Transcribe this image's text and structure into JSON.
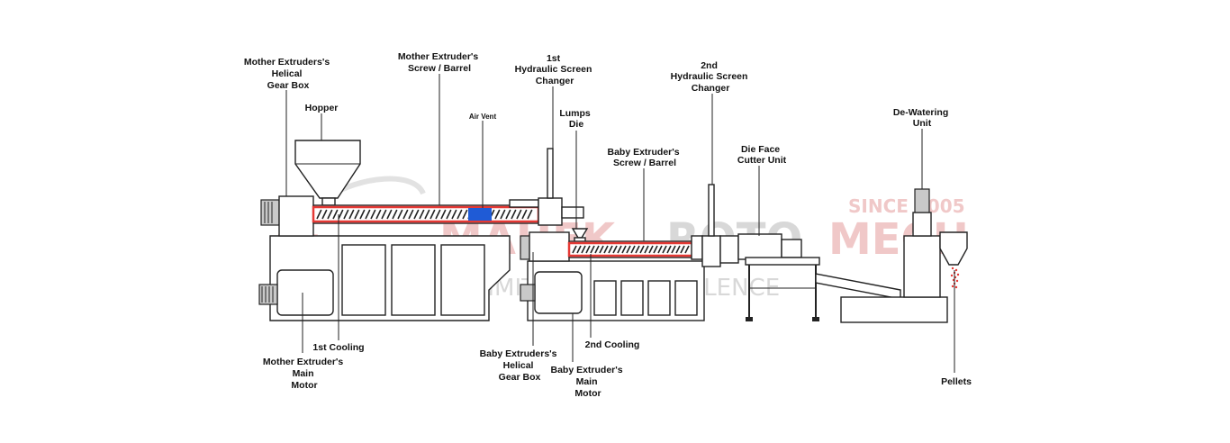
{
  "colors": {
    "barrel": "#e53935",
    "air_vent": "#1f5bd6",
    "line": "#222222",
    "watermark": "#d8d8d8",
    "watermark_red": "#f0c8c8"
  },
  "watermark": {
    "brand_left": "MAHEK",
    "brand_mid": "ROTO",
    "brand_right": "MECH",
    "since": "SINCE 2005",
    "tagline": "COMMITTED TO EXCELLENCE"
  },
  "labels": {
    "mother_gearbox": [
      "Mother Extruders's",
      "Helical",
      "Gear Box"
    ],
    "hopper": [
      "Hopper"
    ],
    "mother_screw": [
      "Mother Extruder's",
      "Screw / Barrel"
    ],
    "air_vent": [
      "Air Vent"
    ],
    "screen_changer_1": [
      "1st",
      "Hydraulic Screen",
      "Changer"
    ],
    "lumps_die": [
      "Lumps",
      "Die"
    ],
    "baby_screw": [
      "Baby Extruder's",
      "Screw / Barrel"
    ],
    "screen_changer_2": [
      "2nd",
      "Hydraulic Screen",
      "Changer"
    ],
    "die_face_cutter": [
      "Die Face",
      "Cutter Unit"
    ],
    "dewatering": [
      "De-Watering",
      "Unit"
    ],
    "cooling_1": [
      "1st Cooling"
    ],
    "mother_motor": [
      "Mother Extruder's",
      "Main",
      "Motor"
    ],
    "cooling_2": [
      "2nd Cooling"
    ],
    "baby_gearbox": [
      "Baby Extruders's",
      "Helical",
      "Gear Box"
    ],
    "baby_motor": [
      "Baby Extruder's",
      "Main",
      "Motor"
    ],
    "pellets": [
      "Pellets"
    ]
  }
}
